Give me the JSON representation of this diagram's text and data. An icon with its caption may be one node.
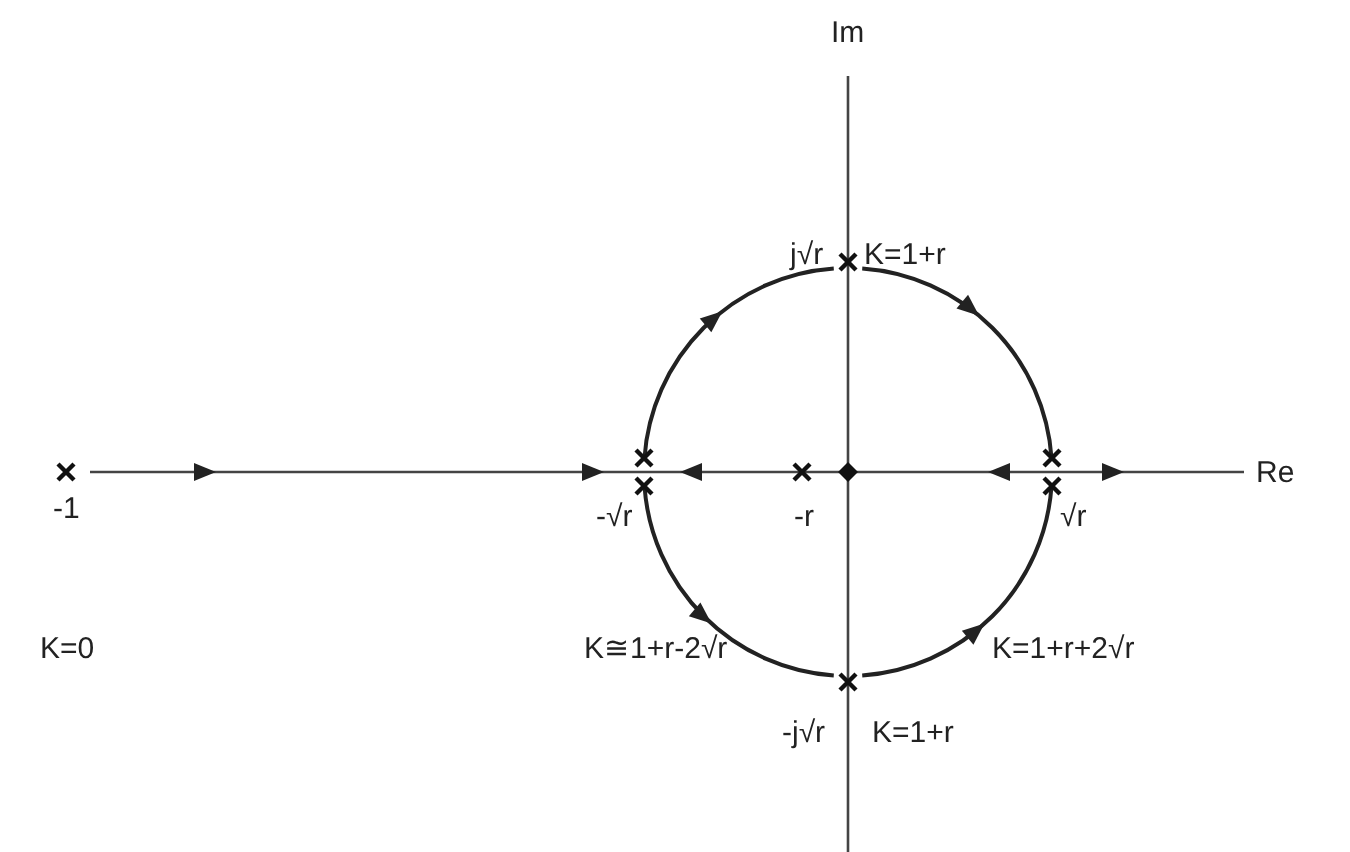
{
  "diagram": {
    "labels": [
      "Im",
      "j√r",
      "K=1+r",
      "-1",
      "-√r",
      "-r",
      "√r",
      "Re",
      "K=0",
      "K≅1+r-2√r",
      "K=1+r+2√r",
      "-j√r",
      "K=1+r"
    ]
  }
}
